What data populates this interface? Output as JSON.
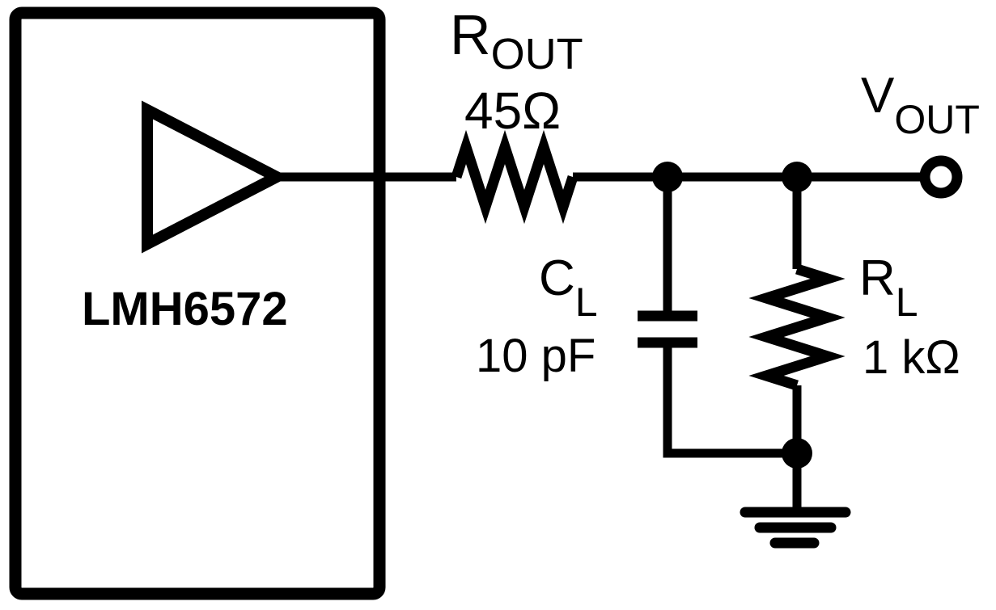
{
  "amplifier": {
    "label": "LMH6572"
  },
  "components": {
    "r_out": {
      "ref": "R",
      "sub": "OUT",
      "value": "45Ω"
    },
    "c_l": {
      "ref": "C",
      "sub": "L",
      "value": "10 pF"
    },
    "r_l": {
      "ref": "R",
      "sub": "L",
      "value": "1 kΩ"
    },
    "v_out": {
      "ref": "V",
      "sub": "OUT"
    }
  },
  "colors": {
    "line": "#000000",
    "background": "#ffffff"
  }
}
